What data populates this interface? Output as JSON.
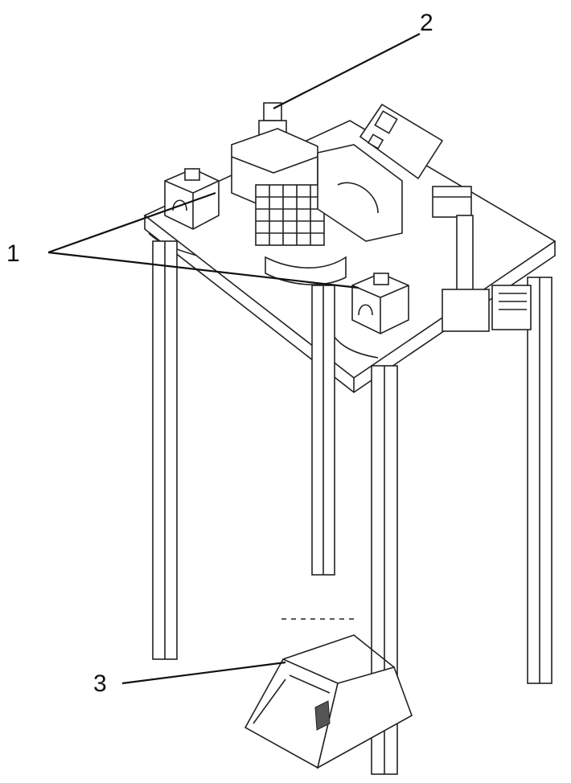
{
  "figure": {
    "callouts": [
      {
        "id": "callout-1",
        "text": "1"
      },
      {
        "id": "callout-2",
        "text": "2"
      },
      {
        "id": "callout-3",
        "text": "3"
      }
    ],
    "colors": {
      "line": "#111111",
      "background": "#ffffff",
      "shade": "#555555"
    }
  }
}
